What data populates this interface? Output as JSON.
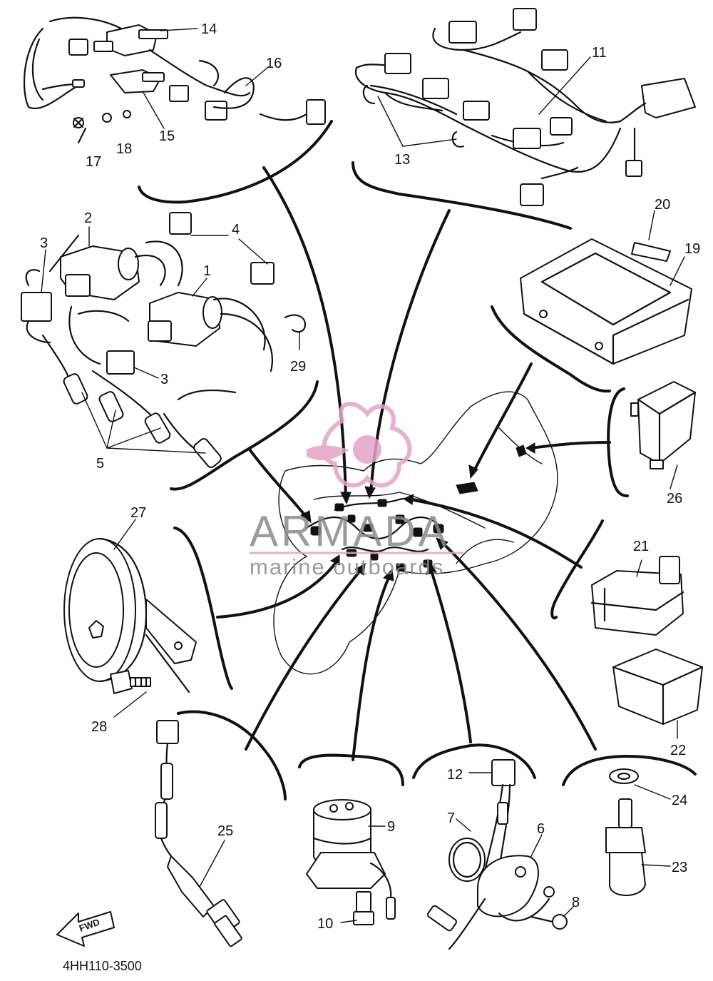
{
  "parts": [
    {
      "id": "p1",
      "label": "1"
    },
    {
      "id": "p2",
      "label": "2"
    },
    {
      "id": "p3a",
      "label": "3"
    },
    {
      "id": "p3b",
      "label": "3"
    },
    {
      "id": "p4",
      "label": "4"
    },
    {
      "id": "p5",
      "label": "5"
    },
    {
      "id": "p6",
      "label": "6"
    },
    {
      "id": "p7",
      "label": "7"
    },
    {
      "id": "p8",
      "label": "8"
    },
    {
      "id": "p9",
      "label": "9"
    },
    {
      "id": "p10",
      "label": "10"
    },
    {
      "id": "p11",
      "label": "11"
    },
    {
      "id": "p12",
      "label": "12"
    },
    {
      "id": "p13",
      "label": "13"
    },
    {
      "id": "p14",
      "label": "14"
    },
    {
      "id": "p15",
      "label": "15"
    },
    {
      "id": "p16",
      "label": "16"
    },
    {
      "id": "p17",
      "label": "17"
    },
    {
      "id": "p18",
      "label": "18"
    },
    {
      "id": "p19",
      "label": "19"
    },
    {
      "id": "p20",
      "label": "20"
    },
    {
      "id": "p21",
      "label": "21"
    },
    {
      "id": "p22",
      "label": "22"
    },
    {
      "id": "p23",
      "label": "23"
    },
    {
      "id": "p24",
      "label": "24"
    },
    {
      "id": "p25",
      "label": "25"
    },
    {
      "id": "p26",
      "label": "26"
    },
    {
      "id": "p27",
      "label": "27"
    },
    {
      "id": "p28",
      "label": "28"
    },
    {
      "id": "p29",
      "label": "29"
    }
  ],
  "drawing_code": "4HH110-3500",
  "fwd_label": "FWD",
  "watermark": {
    "brand": "ARMADA",
    "tagline": "marine outboards",
    "logo_color": "#e3a4c6",
    "text_color": "#8a8a8a"
  },
  "colors": {
    "line": "#111111",
    "background": "#ffffff"
  }
}
